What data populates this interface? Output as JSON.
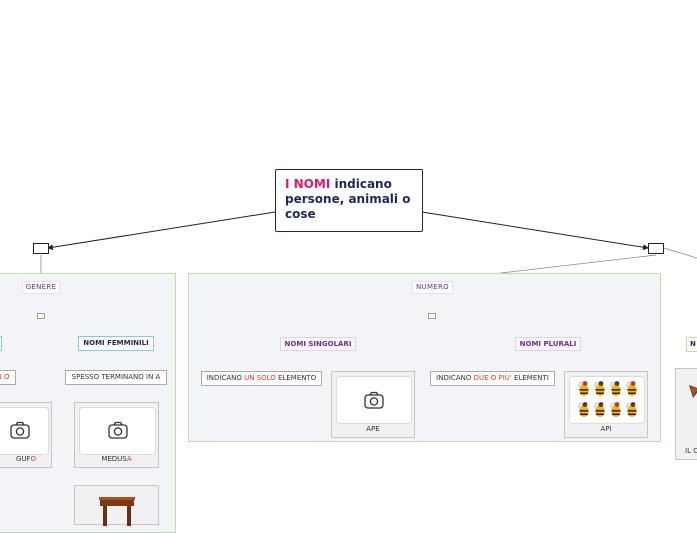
{
  "root": {
    "highlight": "I NOMI",
    "rest": " indicano persone, animali o cose"
  },
  "left": {
    "genere": "GENERE",
    "femminili": "NOMI FEMMINILI",
    "femminili_rule": "SPESSO TERMINANO IN A",
    "maschili_rule_tail": "N O",
    "gufo": {
      "stem": "GUF",
      "end": "O"
    },
    "medusa": {
      "stem": "MEDUS",
      "end": "A"
    }
  },
  "center": {
    "numero": "NUMERO",
    "singolari": "NOMI SINGOLARI",
    "plurali": "NOMI PLURALI",
    "sing_text": {
      "a": "INDICANO ",
      "b": "UN SOLO",
      "c": " ELEMENTO"
    },
    "plur_text": {
      "a": "INDICANO ",
      "b": "DUE O PIU'",
      "c": " ELEMENTI"
    },
    "ape": "APE",
    "api": "API"
  },
  "right": {
    "cat_letter": "N",
    "cut_caption": "IL C"
  },
  "colors": {
    "accent_pink": "#e0196a",
    "accent_red": "#e8361c",
    "navy": "#1e2a55",
    "purple": "#6b2f8f",
    "group_border": "#b7e3a8"
  },
  "icons": [
    "camera-icon",
    "bee-icon",
    "table-icon",
    "shell-icon"
  ]
}
